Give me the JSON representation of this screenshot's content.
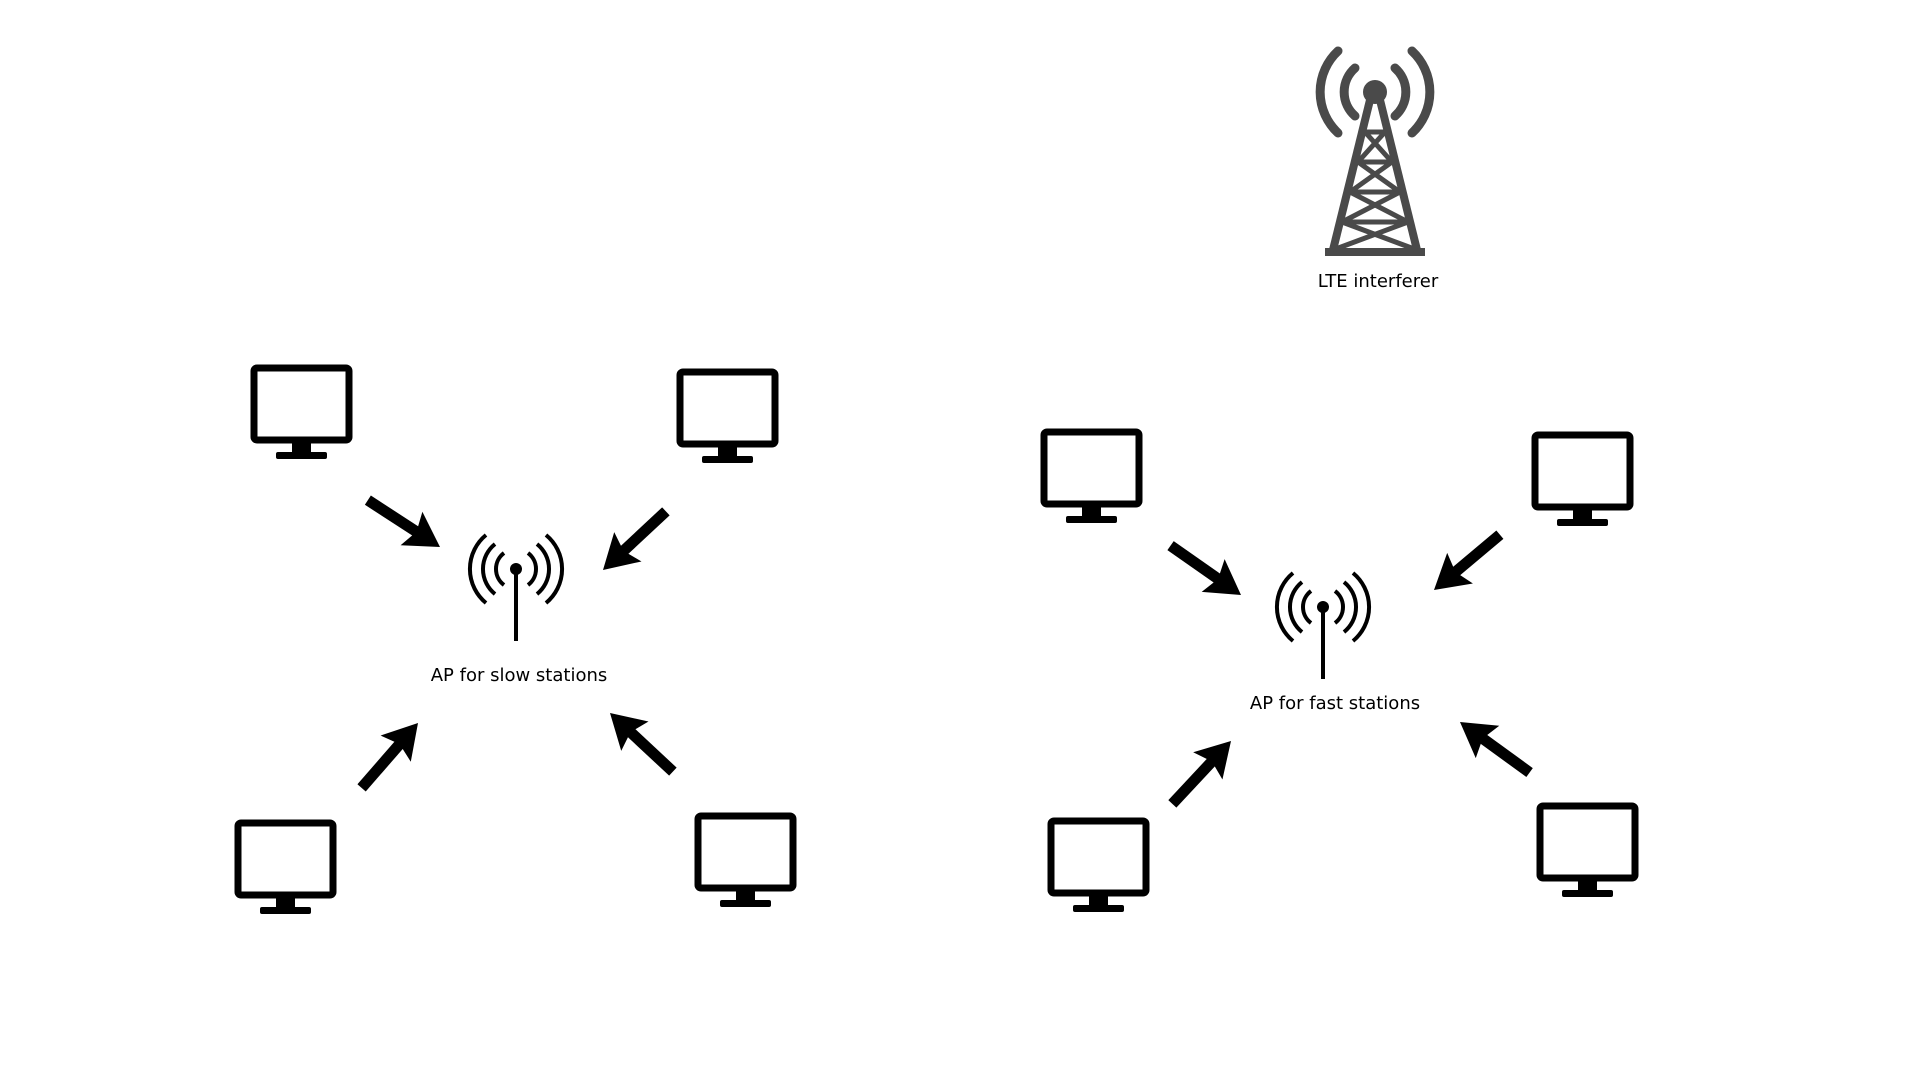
{
  "interferer": {
    "label": "LTE interferer",
    "icon": "cell-tower-icon",
    "color": "#4a4a4a"
  },
  "access_points": [
    {
      "id": "slow",
      "label": "AP for slow stations",
      "icon": "wireless-access-point-icon",
      "station_count": 4
    },
    {
      "id": "fast",
      "label": "AP for fast stations",
      "icon": "wireless-access-point-icon",
      "station_count": 4
    }
  ],
  "station_icon": "computer-monitor-icon",
  "arrow_icon": "arrow-icon",
  "ink_color": "#000000"
}
